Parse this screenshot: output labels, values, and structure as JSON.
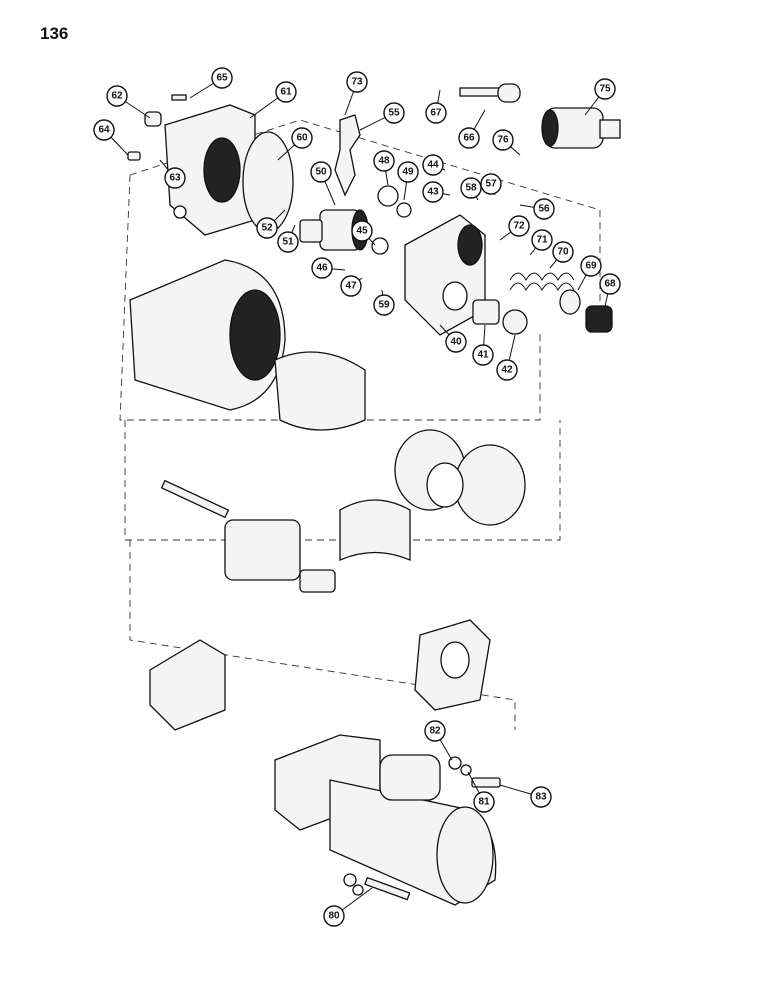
{
  "page": {
    "number": "136"
  },
  "callouts": [
    "40",
    "41",
    "42",
    "43",
    "44",
    "45",
    "46",
    "47",
    "48",
    "49",
    "50",
    "51",
    "52",
    "55",
    "56",
    "57",
    "58",
    "59",
    "60",
    "61",
    "62",
    "63",
    "64",
    "65",
    "66",
    "67",
    "68",
    "69",
    "70",
    "71",
    "72",
    "73",
    "75",
    "76",
    "80",
    "81",
    "82",
    "83"
  ]
}
